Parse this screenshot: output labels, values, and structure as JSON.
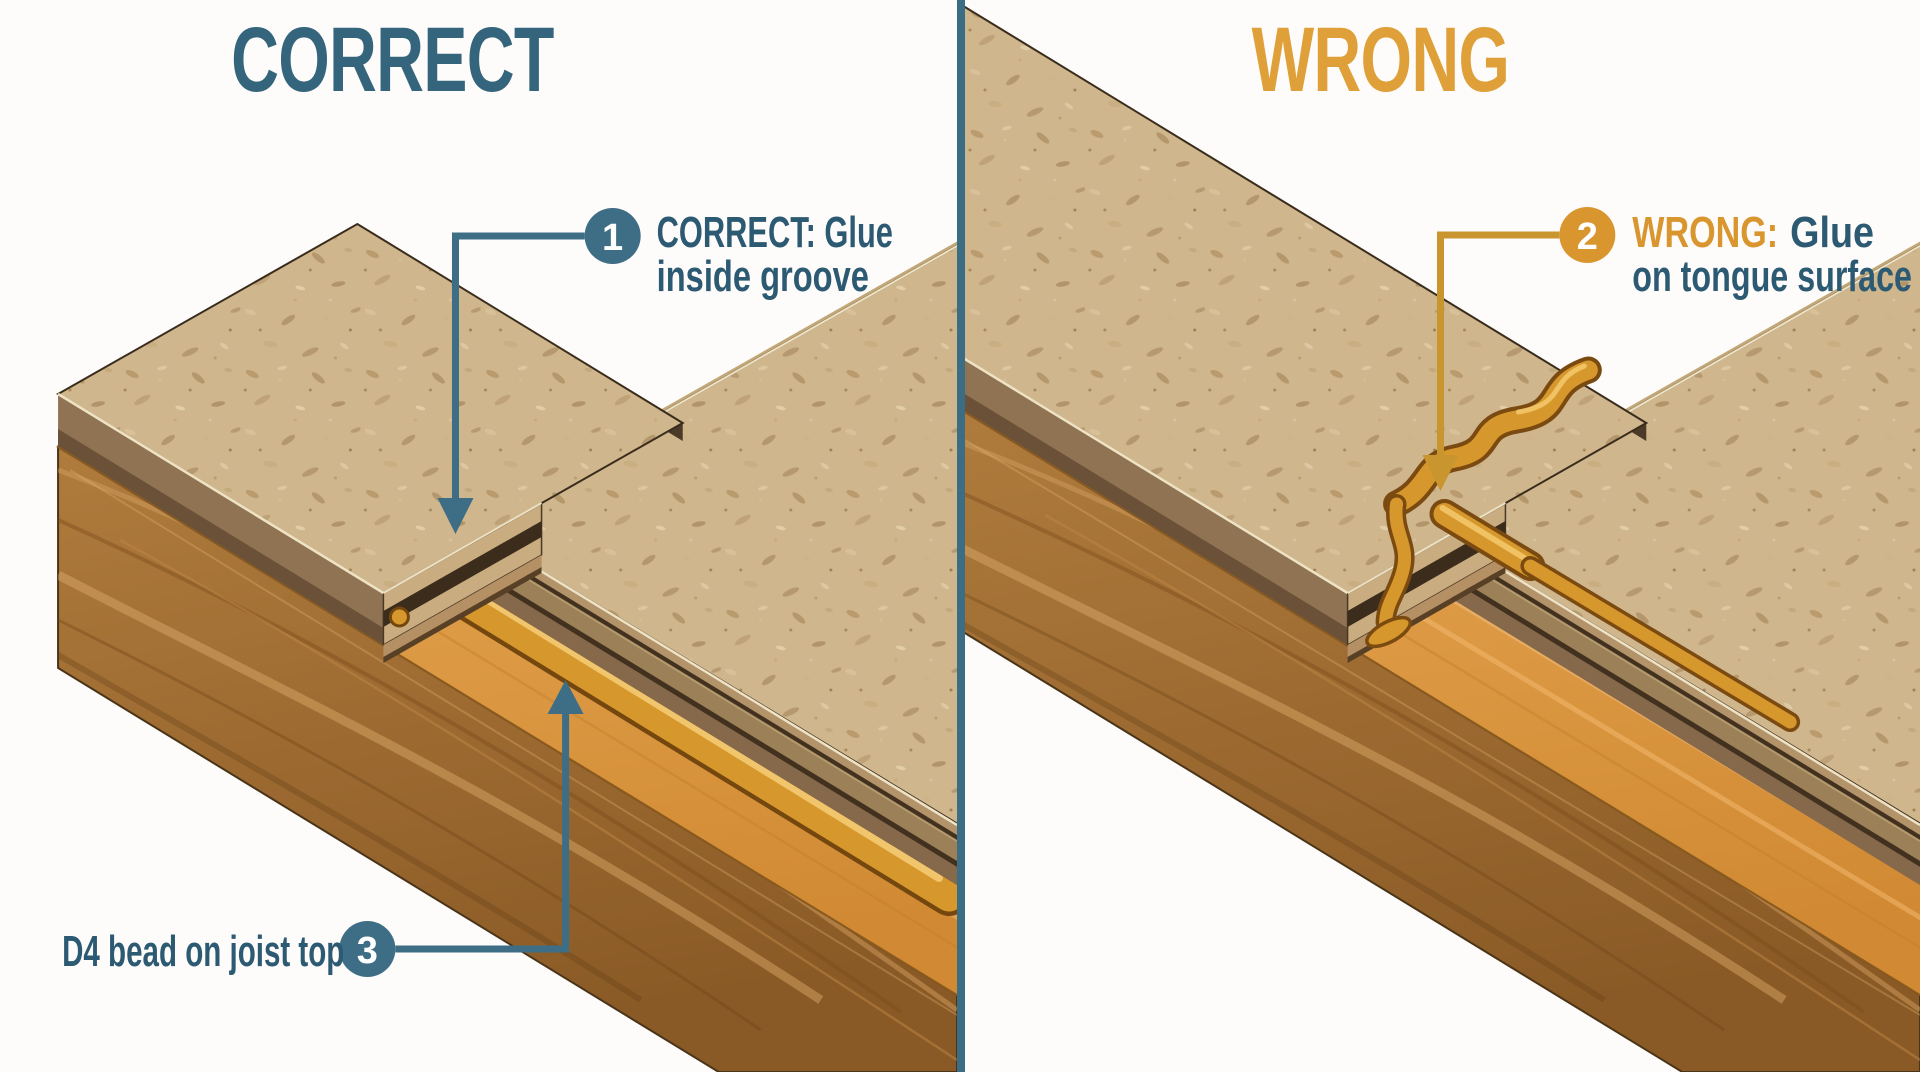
{
  "background": "#fdfcfa",
  "divider_color": "#3B6D84",
  "left": {
    "title": "CORRECT",
    "title_color": "#35657C",
    "callout_glue": {
      "number": "1",
      "line1": "CORRECT: Glue",
      "line2": "inside groove"
    },
    "callout_bead": {
      "number": "3",
      "label": "D4 bead on joist top"
    }
  },
  "right": {
    "title": "WRONG",
    "title_color": "#DFA039",
    "callout_glue": {
      "number": "2",
      "line1_prefix": "WRONG:",
      "line1_rest": "Glue",
      "line2": "on tongue surface"
    }
  },
  "icons": {
    "down_arrow": "▼",
    "up_arrow": "▲"
  },
  "colors": {
    "teal": "#3D6E85",
    "teal_text": "#2D5A73",
    "orange": "#D9962F",
    "glue": "#D6982C",
    "glue_outline": "#74470F",
    "joist_wood": "#A9753A",
    "joist_top": "#DF9C48",
    "chipboard": "#CFB68D"
  }
}
